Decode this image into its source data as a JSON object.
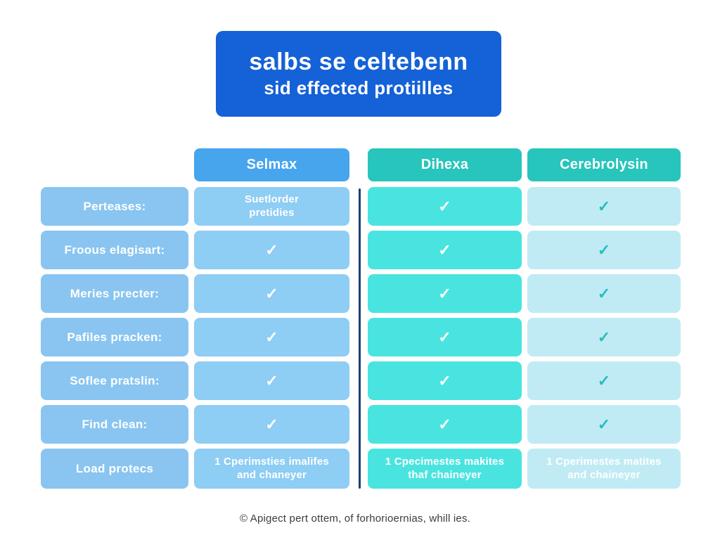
{
  "chart_data": {
    "type": "table",
    "title": "salbs se celtebenn",
    "subtitle": "sid effected protiilles",
    "columns": [
      "",
      "Selmax",
      "Dihexa",
      "Cerebrolysin"
    ],
    "rows": [
      [
        "Perteases:",
        "Suetlorder pretidies",
        "✓",
        "✓"
      ],
      [
        "Froous elagisart:",
        "✓",
        "✓",
        "✓"
      ],
      [
        "Meries precter:",
        "✓",
        "✓",
        "✓"
      ],
      [
        "Pafiles pracken:",
        "✓",
        "✓",
        "✓"
      ],
      [
        "Soflee pratslin:",
        "✓",
        "✓",
        "✓"
      ],
      [
        "Find clean:",
        "✓",
        "✓",
        "✓"
      ],
      [
        "Load protecs",
        "1 Cperimsties imalifes and chaneyer",
        "1 Cpecimestes makites thaf chaineyer",
        "1 Cperimestes matites and chaineyer"
      ]
    ],
    "footer": "© Apigect pert ottem, of forhorioernias, whill ies.",
    "legend_position": "none",
    "grid": false
  },
  "icons": {
    "check": "✓"
  },
  "colors": {
    "title_blue": "#1561d7",
    "selmax_header": "#47a5ee",
    "teal_header": "#27c5bc",
    "label_cell": "#89c5f0",
    "selmax_cell": "#8ecdf4",
    "dihexa_cell": "#4ae4e0",
    "cereb_cell": "#c0ebf4",
    "cereb_check": "#2abdbd",
    "divider": "#1d3e74",
    "footer_text": "#3c3c3c"
  }
}
